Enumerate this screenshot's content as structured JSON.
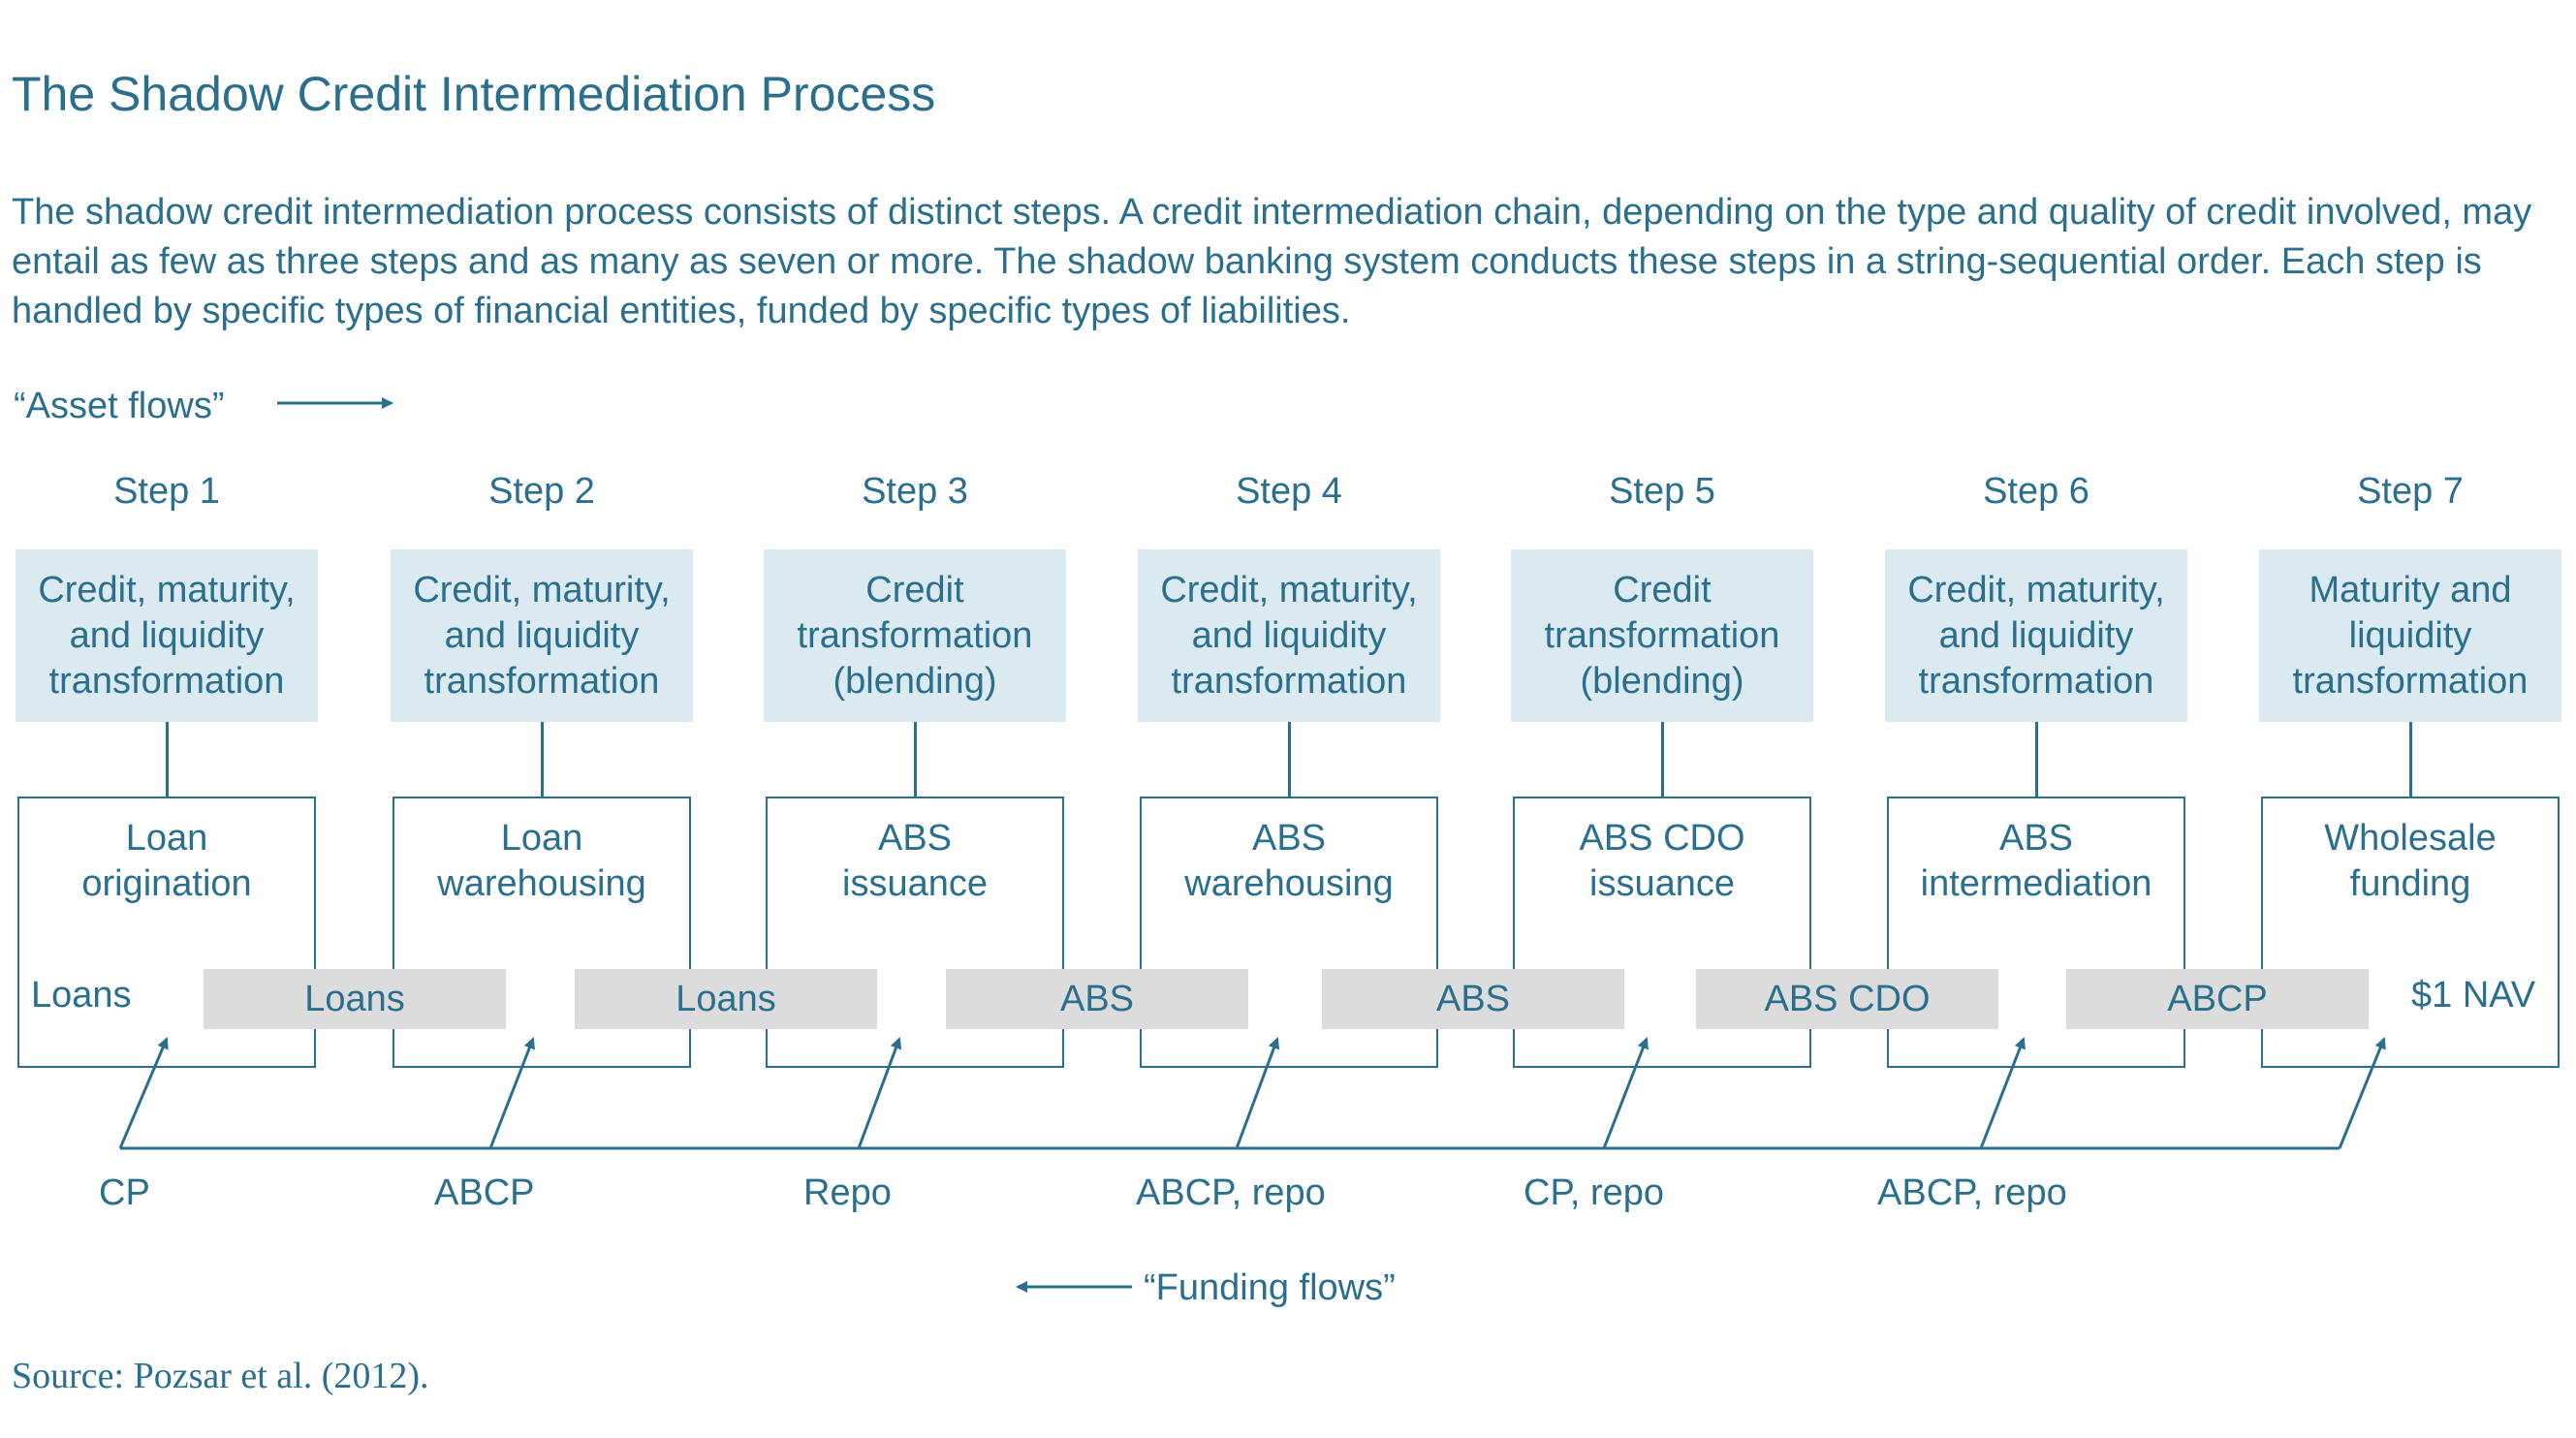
{
  "title": "The Shadow Credit Intermediation Process",
  "description": "The shadow credit intermediation process consists of distinct steps. A credit intermediation chain, depending on the type and quality of credit involved, may entail as few as three steps and as many as seven or more. The shadow banking system conducts these steps in a string-sequential order. Each step is handled by specific types of financial entities, funded by specific types of liabilities.",
  "asset_flows_label": "“Asset flows”",
  "funding_flows_label": "“Funding flows”",
  "steps": [
    {
      "label": "Step 1",
      "transformation": "Credit, maturity,\nand liquidity\ntransformation",
      "entity": "Loan\norigination",
      "funding": "CP"
    },
    {
      "label": "Step 2",
      "transformation": "Credit, maturity,\nand liquidity\ntransformation",
      "entity": "Loan\nwarehousing",
      "funding": "ABCP"
    },
    {
      "label": "Step 3",
      "transformation": "Credit\ntransformation\n(blending)",
      "entity": "ABS\nissuance",
      "funding": "Repo"
    },
    {
      "label": "Step 4",
      "transformation": "Credit, maturity,\nand liquidity\ntransformation",
      "entity": "ABS\nwarehousing",
      "funding": "ABCP, repo"
    },
    {
      "label": "Step 5",
      "transformation": "Credit\ntransformation\n(blending)",
      "entity": "ABS CDO\nissuance",
      "funding": "CP, repo"
    },
    {
      "label": "Step 6",
      "transformation": "Credit, maturity,\nand liquidity\ntransformation",
      "entity": "ABS\nintermediation",
      "funding": "ABCP, repo"
    },
    {
      "label": "Step 7",
      "transformation": "Maturity and\nliquidity\ntransformation",
      "entity": "Wholesale\nfunding",
      "funding": ""
    }
  ],
  "asset_flow_start": "Loans",
  "asset_flow_bars": [
    "Loans",
    "Loans",
    "ABS",
    "ABS",
    "ABS CDO",
    "ABCP"
  ],
  "asset_flow_end": "$1 NAV",
  "source": "Source: Pozsar et al. (2012).",
  "colors": {
    "accent": "#2a6f8e",
    "transformation_fill": "#dbe9f0",
    "flow_bar_fill": "#dcdcdc"
  }
}
